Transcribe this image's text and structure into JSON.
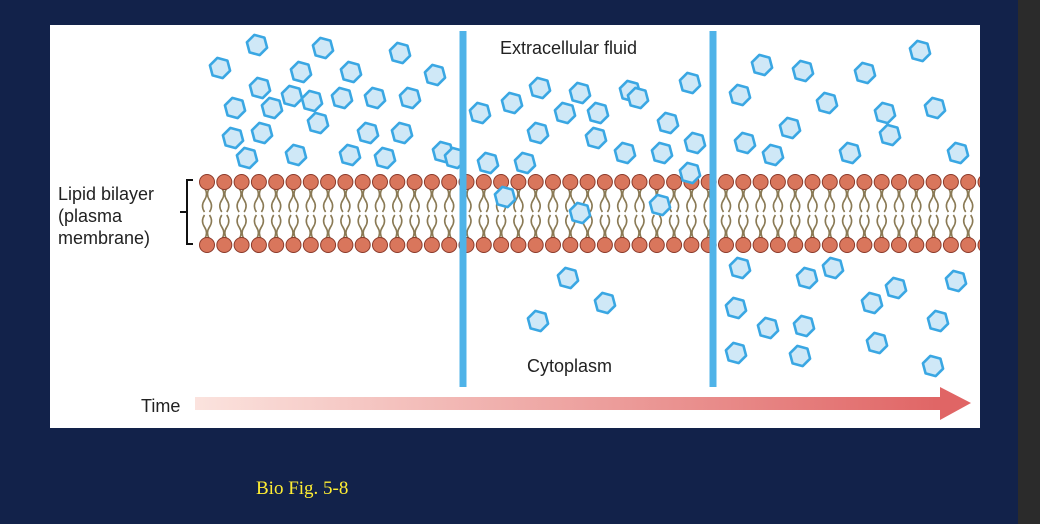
{
  "figure": {
    "labels": {
      "extracellular": "Extracellular fluid",
      "cytoplasm": "Cytoplasm",
      "lipid_line1": "Lipid bilayer",
      "lipid_line2": "(plasma",
      "lipid_line3": "membrane)",
      "time": "Time"
    },
    "colors": {
      "molecule_fill": "#cfe8f7",
      "molecule_stroke": "#3aa7e3",
      "divider": "#4fb3e8",
      "lipid_head": "#d9765c",
      "lipid_tail": "#8a7a55",
      "arrow_start": "#fbe3de",
      "arrow_end": "#e06565"
    }
  },
  "caption": "Bio Fig. 5-8"
}
